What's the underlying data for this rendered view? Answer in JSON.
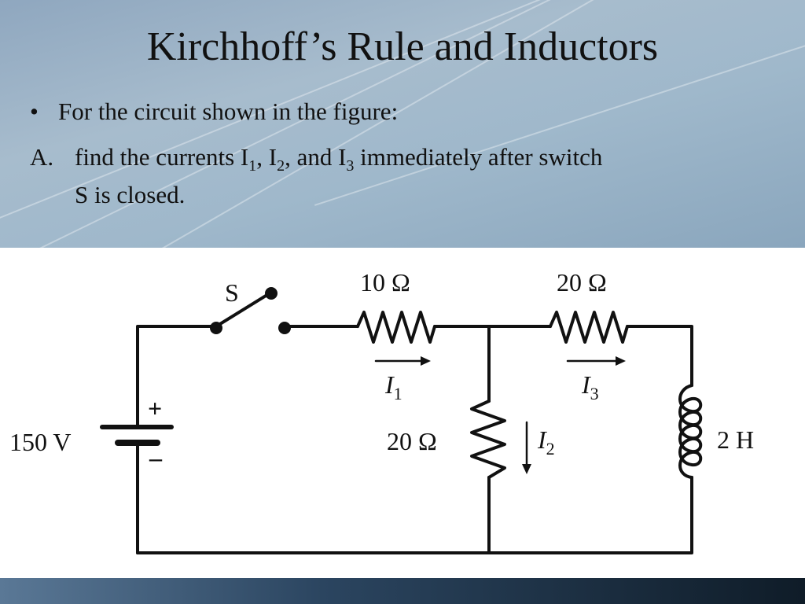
{
  "slide": {
    "title": "Kirchhoff’s Rule and Inductors",
    "bullet": "For the circuit shown in the figure:",
    "item_a_label": "A.",
    "item_a_text": {
      "part1": "find the currents I",
      "sub1": "1",
      "part2": ", I",
      "sub2": "2",
      "part3": ", and I",
      "sub3": "3",
      "part4": " immediately after switch",
      "line2": "S is closed."
    }
  },
  "circuit": {
    "switch_label": "S",
    "resistor_top_left": "10 Ω",
    "resistor_top_right": "20 Ω",
    "resistor_middle": "20 Ω",
    "battery_voltage": "150 V",
    "battery_plus": "+",
    "battery_minus": "–",
    "inductor": "2 H",
    "current_1": {
      "letter": "I",
      "sub": "1"
    },
    "current_2": {
      "letter": "I",
      "sub": "2"
    },
    "current_3": {
      "letter": "I",
      "sub": "3"
    }
  }
}
